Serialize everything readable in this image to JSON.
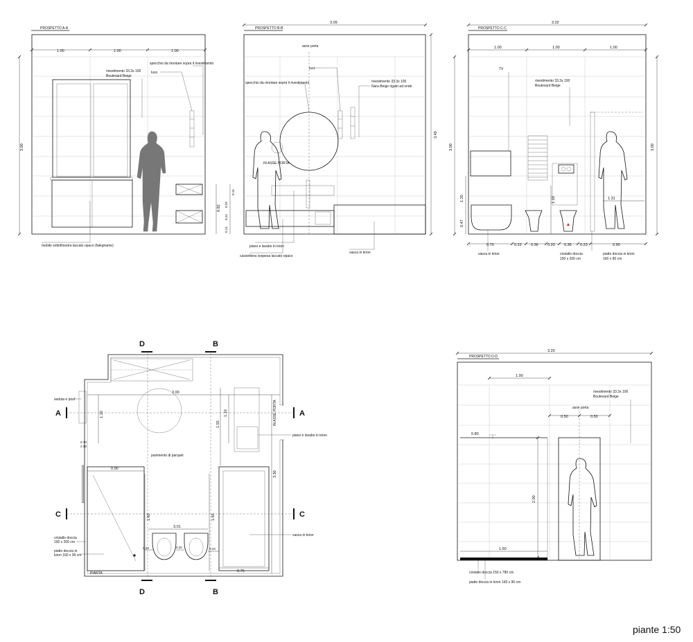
{
  "scale_label": "piante 1:50",
  "prospetto_aa": {
    "title": "PROSPETTO A-A",
    "dims_top": [
      "1.00",
      "1.00",
      "1.00"
    ],
    "height": "3.00",
    "dim_082": "0.82",
    "dim_029": "0.29",
    "dim_024": "0.24",
    "dim_014": "0.14",
    "dim_015": "0.15",
    "label_specchio": "specchio da montare sopra il rivestimento",
    "label_luce": "luce",
    "label_rivestimento": "rivestimento 33.3x 100",
    "label_boulevard": "Boulevard  Beige",
    "label_mobile": "mobile sottofinestra laccato opaco (falegname)"
  },
  "prospetto_bb": {
    "title": "PROSPETTO B-B",
    "width": "3.09",
    "height": "3.45",
    "label_asse_porta": "asse porta",
    "label_luce": "luce",
    "label_specchio": "specchio da montare sopra il rivestimento",
    "label_in_asse": "IN ASSE PORTA",
    "label_rivestimento": "rivestimento 33.3x 100",
    "label_nara": "Nara Beige rigato ad onde",
    "label_piano": "piano e lavabo in krion",
    "label_cassettiera": "cassettiera  sospesa laccato opaco",
    "label_vasca": "vasca in krion"
  },
  "prospetto_cc": {
    "title": "PROSPETTO C-C",
    "width": "3.02",
    "dims_top": [
      "1.00",
      "1.00",
      "1.00"
    ],
    "height_left": "3.00",
    "height_right": "3.00",
    "label_tv": "TV",
    "label_rivestimento": "rivestimento 33.3x 100",
    "label_boulevard": "Boulevard  Beige",
    "dim_120": "1.20",
    "dim_047": "0.47",
    "dim_110": "1.10",
    "dim_131": "1.31",
    "dims_bottom": [
      "0.70",
      "0.22",
      "0.36",
      "0.20",
      "0.36",
      "0.23",
      "0.90"
    ],
    "label_vasca": "vasca in krion",
    "label_cristallo": "cristallo doccia",
    "label_cristallo_dim": "150 x 200 cm",
    "label_piatto": "piatto doccia in krion",
    "label_piatto_dim": "160 x 90 cm"
  },
  "pianta": {
    "title": "PIANTA",
    "sections": {
      "a": "A",
      "b": "B",
      "c": "C",
      "d": "D"
    },
    "dim_300": "3.00",
    "dim_110": "1.10",
    "dim_110b": "1.10",
    "dim_155": "1.55",
    "dim_070": "0.70",
    "dim_218": "2.18",
    "dim_330": "3.30",
    "dim_090": "0.90",
    "dim_160": "1.60",
    "dim_165": "1.65",
    "dim_301": "3.01",
    "dim_023a": "0.23",
    "dim_020": "0.20",
    "dim_023b": "0.23",
    "dim_075": "0.75",
    "label_in_asse": "IN ASSE PORTA",
    "label_seduta": "seduta e pouf",
    "label_pavimento": "pavimento di parquet",
    "label_piano": "piano e lavabo in krion",
    "label_vasca": "vasca in krion",
    "label_cristallo": "cristallo doccia",
    "label_cristallo_dim": "150 x 200 cm",
    "label_piatto": "piatto doccia in",
    "label_piatto_dim": "krion 160 x 90 cm"
  },
  "prospetto_dd": {
    "title": "PROSPETTO D-D",
    "width": "3.20",
    "dim_100": "1.00",
    "dim_050a": "0.50",
    "dim_050b": "0.50",
    "dim_080": "0.80",
    "dim_200": "2.00",
    "dim_160": "1.60",
    "label_asse_porta": "asse porta",
    "label_rivestimento": "rivestimento 33.3x 100",
    "label_boulevard": "Boulevard  Beige",
    "label_cristallo": "cristallo doccia 150 x 780 cm",
    "label_piatto": "piatto doccia in krion 160 x 90 cm"
  }
}
